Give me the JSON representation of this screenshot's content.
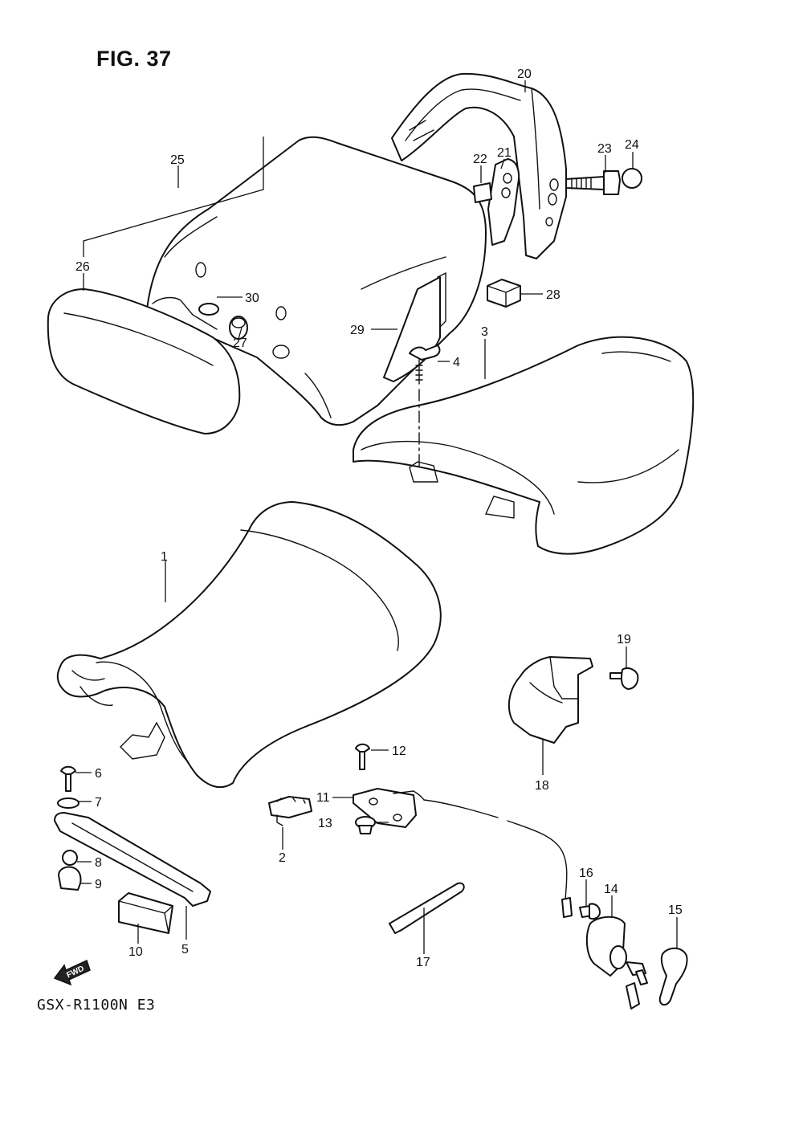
{
  "figure": {
    "title": "FIG. 37",
    "model_code": "GSX-R1100N E3",
    "fwd_label": "FWD"
  },
  "callouts": [
    {
      "id": "c1",
      "number": "1"
    },
    {
      "id": "c2",
      "number": "2"
    },
    {
      "id": "c3",
      "number": "3"
    },
    {
      "id": "c4",
      "number": "4"
    },
    {
      "id": "c5",
      "number": "5"
    },
    {
      "id": "c6",
      "number": "6"
    },
    {
      "id": "c7",
      "number": "7"
    },
    {
      "id": "c8",
      "number": "8"
    },
    {
      "id": "c9",
      "number": "9"
    },
    {
      "id": "c10",
      "number": "10"
    },
    {
      "id": "c11",
      "number": "11"
    },
    {
      "id": "c12",
      "number": "12"
    },
    {
      "id": "c13",
      "number": "13"
    },
    {
      "id": "c14",
      "number": "14"
    },
    {
      "id": "c15",
      "number": "15"
    },
    {
      "id": "c16",
      "number": "16"
    },
    {
      "id": "c17",
      "number": "17"
    },
    {
      "id": "c18",
      "number": "18"
    },
    {
      "id": "c19",
      "number": "19"
    },
    {
      "id": "c20",
      "number": "20"
    },
    {
      "id": "c21",
      "number": "21"
    },
    {
      "id": "c22",
      "number": "22"
    },
    {
      "id": "c23",
      "number": "23"
    },
    {
      "id": "c24",
      "number": "24"
    },
    {
      "id": "c25",
      "number": "25"
    },
    {
      "id": "c26",
      "number": "26"
    },
    {
      "id": "c27",
      "number": "27"
    },
    {
      "id": "c28",
      "number": "28"
    },
    {
      "id": "c29",
      "number": "29"
    },
    {
      "id": "c30",
      "number": "30"
    }
  ]
}
